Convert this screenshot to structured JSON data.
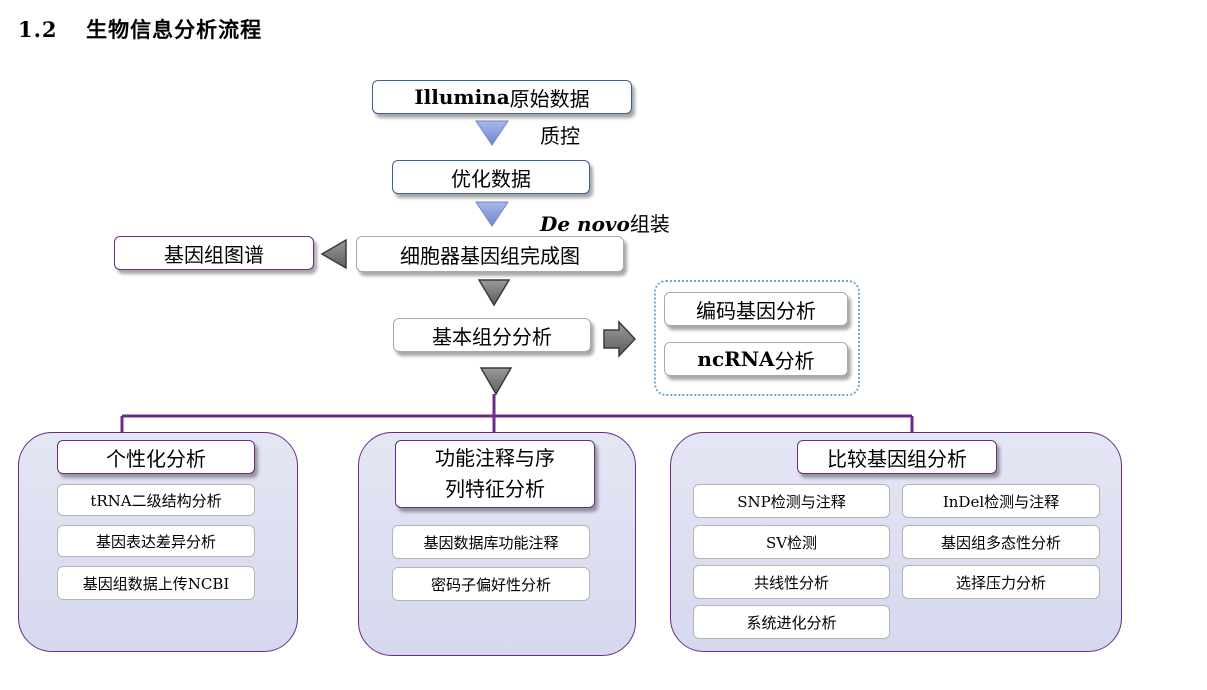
{
  "heading": {
    "number": "1.2",
    "text": "生物信息分析流程"
  },
  "flow": {
    "raw_data": {
      "bold": "Illumina",
      "rest": "原始数据"
    },
    "qc_label": "质控",
    "optimized_data": "优化数据",
    "assembly_label": {
      "italic": "De novo",
      "rest": "组装"
    },
    "organelle_map": "细胞器基因组完成图",
    "genome_map": "基因组图谱",
    "basic_analysis": "基本组分分析",
    "coding_gene_analysis": "编码基因分析",
    "ncrna_analysis": {
      "bold": "ncRNA",
      "rest": "分析"
    }
  },
  "panels": {
    "personalized": {
      "title": "个性化分析",
      "items": [
        "tRNA二级结构分析",
        "基因表达差异分析",
        "基因组数据上传NCBI"
      ]
    },
    "functional": {
      "title_line1": "功能注释与序",
      "title_line2": "列特征分析",
      "items": [
        "基因数据库功能注释",
        "密码子偏好性分析"
      ]
    },
    "comparative": {
      "title": "比较基因组分析",
      "items": [
        "SNP检测与注释",
        "InDel检测与注释",
        "SV检测",
        "基因组多态性分析",
        "共线性分析",
        "选择压力分析",
        "系统进化分析"
      ]
    }
  },
  "colors": {
    "blue_border": "#3f5f9a",
    "purple_border": "#6a2c86",
    "arrow_blue": "#8c9edb",
    "arrow_gray": "#7f7f7f",
    "panel_fill": "#dcdff1",
    "dotted_border": "#6fa7d6"
  }
}
